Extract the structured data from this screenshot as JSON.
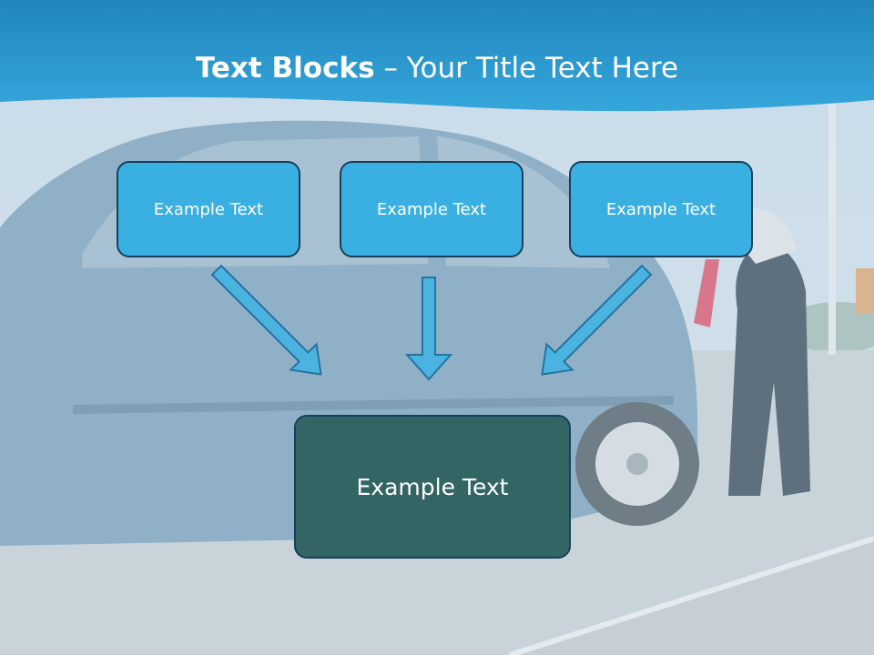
{
  "title": {
    "bold": "Text Blocks",
    "separator": " – ",
    "rest": "Your Title Text Here"
  },
  "blocks": [
    {
      "label": "Example Text"
    },
    {
      "label": "Example Text"
    },
    {
      "label": "Example Text"
    }
  ],
  "target": {
    "label": "Example Text"
  },
  "colors": {
    "header": "#2a9ad0",
    "block_fill": "#3ab0e2",
    "target_fill": "#336565",
    "arrow_fill": "#4ab3e0",
    "arrow_stroke": "#2473a3"
  }
}
